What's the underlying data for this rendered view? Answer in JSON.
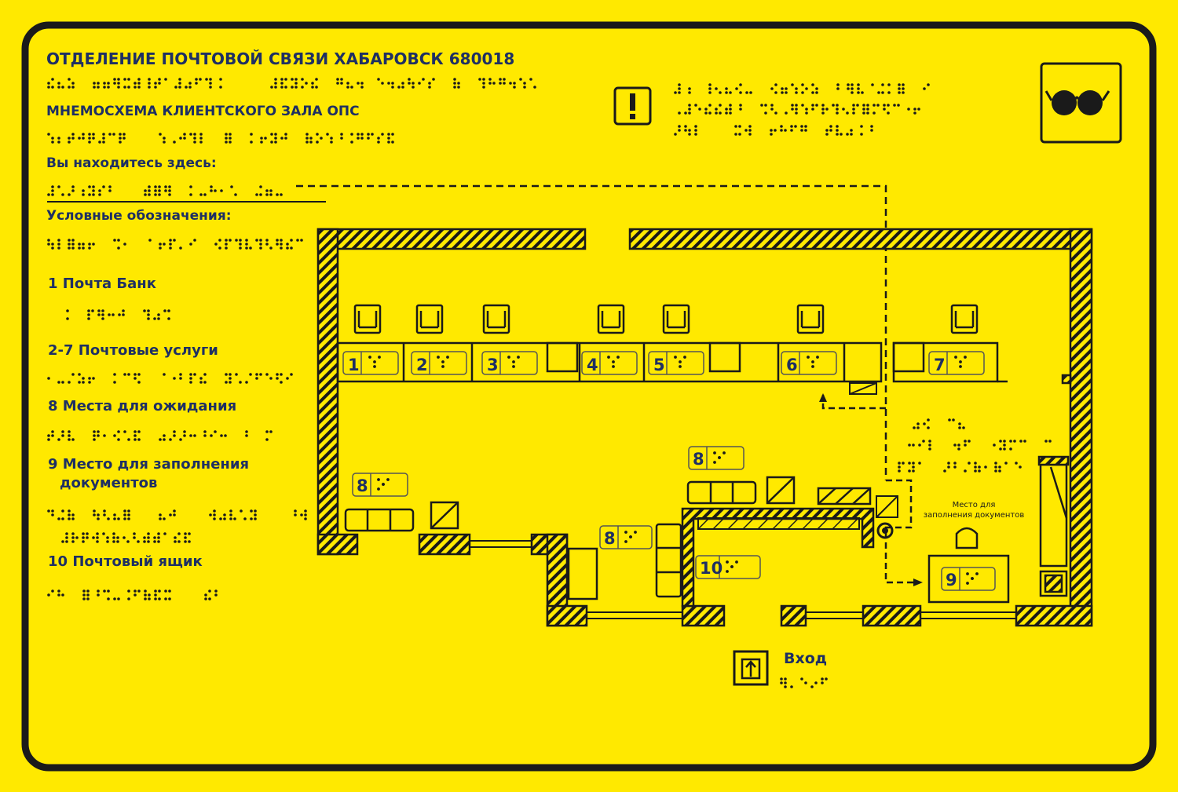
{
  "header": {
    "title": "ОТДЕЛЕНИЕ ПОЧТОВОЙ СВЯЗИ ХАБАРОВСК 680018",
    "subtitle": "МНЕМОСХЕМА КЛИЕНТСКОГО ЗАЛА ОПС",
    "you_are_here": "Вы находитесь здесь:",
    "legend_heading": "Условные обозначения:"
  },
  "legend": [
    {
      "label": "1 Почта Банк"
    },
    {
      "label": "2-7 Почтовые услуги"
    },
    {
      "label": "8 Места для ожидания"
    },
    {
      "label": "9 Место для заполнения",
      "label2": "документов"
    },
    {
      "label": "10 Почтовый ящик"
    }
  ],
  "plan": {
    "windows": [
      "1",
      "2",
      "3",
      "4",
      "5",
      "6",
      "7"
    ],
    "waiting_label": "8",
    "form_place_label": "9",
    "mailbox_label": "10",
    "form_place_caption_line1": "Место для",
    "form_place_caption_line2": "заполнения документов",
    "entrance_label": "Вход"
  },
  "icons": [
    "warning-icon",
    "glasses-icon",
    "entrance-icon"
  ],
  "colors": {
    "background": "#ffe900",
    "ink": "#1a1a1a",
    "text": "#1e2f63"
  }
}
